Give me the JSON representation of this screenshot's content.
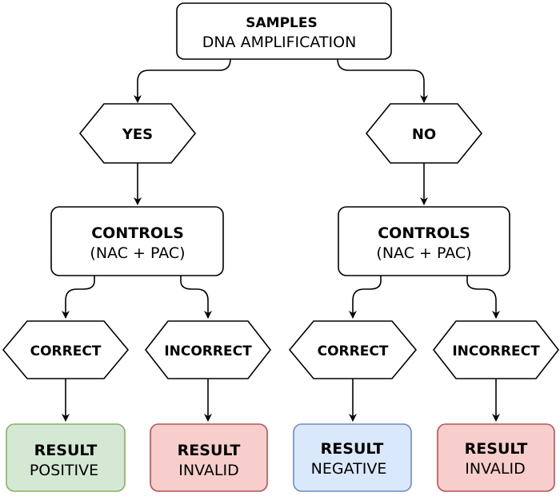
{
  "root": {
    "title": "SAMPLES",
    "subtitle": "DNA AMPLIFICATION"
  },
  "branches": [
    {
      "decision": "YES",
      "controls": {
        "title": "CONTROLS",
        "subtitle": "(NAC + PAC)"
      },
      "outcomes": [
        {
          "decision": "CORRECT",
          "result": {
            "title": "RESULT",
            "subtitle": "POSITIVE",
            "fill": "#d5e8d4",
            "stroke": "#82b366"
          }
        },
        {
          "decision": "INCORRECT",
          "result": {
            "title": "RESULT",
            "subtitle": "INVALID",
            "fill": "#f8cecc",
            "stroke": "#b85450"
          }
        }
      ]
    },
    {
      "decision": "NO",
      "controls": {
        "title": "CONTROLS",
        "subtitle": "(NAC + PAC)"
      },
      "outcomes": [
        {
          "decision": "CORRECT",
          "result": {
            "title": "RESULT",
            "subtitle": "NEGATIVE",
            "fill": "#dae8fc",
            "stroke": "#6c8ebf"
          }
        },
        {
          "decision": "INCORRECT",
          "result": {
            "title": "RESULT",
            "subtitle": "INVALID",
            "fill": "#f8cecc",
            "stroke": "#b85450"
          }
        }
      ]
    }
  ]
}
